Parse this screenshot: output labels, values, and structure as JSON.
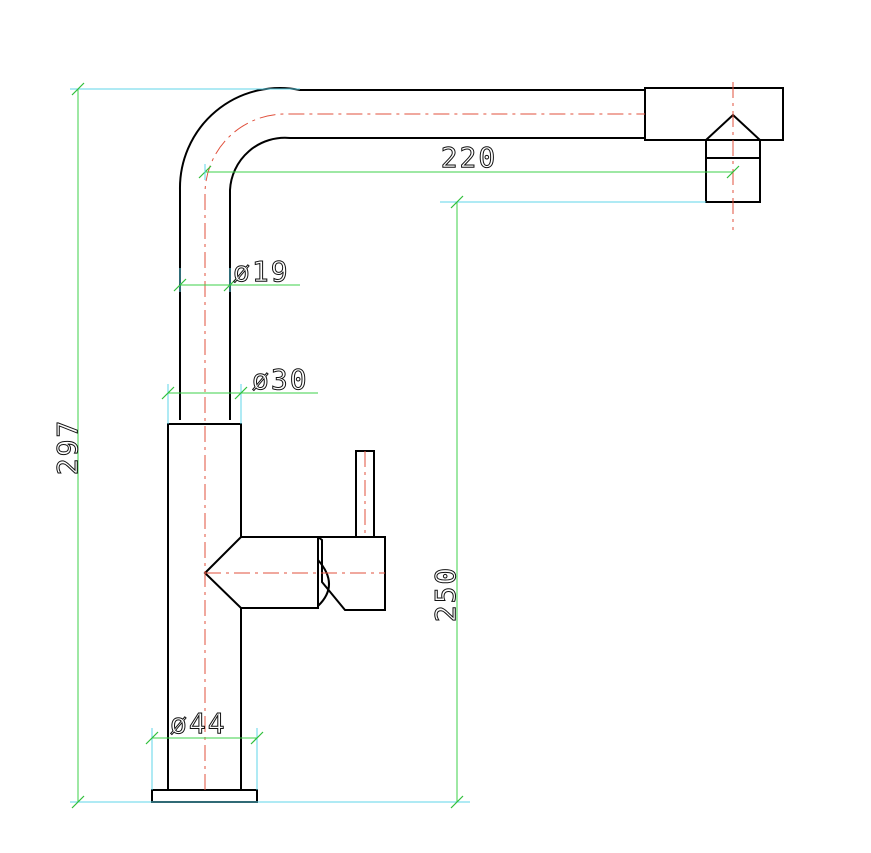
{
  "drawing": {
    "subject": "faucet",
    "dimensions": {
      "total_height": "297",
      "spout_clearance": "250",
      "spout_reach": "220",
      "pipe_diameter": "ø19",
      "upper_body_diameter": "ø30",
      "base_diameter": "ø44"
    },
    "colors": {
      "outline": "#000000",
      "centerline": "#e0503c",
      "extension_line": "#5fd4ea",
      "dimension_line": "#3cd24a",
      "text": "#111111"
    }
  }
}
